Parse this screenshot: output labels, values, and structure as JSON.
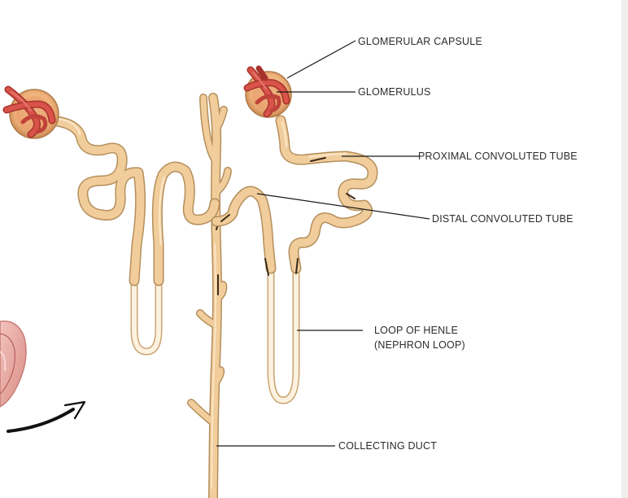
{
  "labels": {
    "glomerular_capsule": "GLOMERULAR CAPSULE",
    "glomerulus": "GLOMERULUS",
    "proximal_convoluted_tube": "PROXIMAL CONVOLUTED TUBE",
    "distal_convoluted_tube": "DISTAL CONVOLUTED TUBE",
    "loop_of_henle_line1": "LOOP OF HENLE",
    "loop_of_henle_line2": "(NEPHRON LOOP)",
    "collecting_duct": "COLLECTING DUCT"
  },
  "colors": {
    "tubule": "#f1cd9c",
    "tubule_outline": "#b48f5c",
    "vessel_red": "#d9534a",
    "vessel_dark": "#a8322c",
    "capsule": "#f0b57e",
    "leader_line": "#1a1a1a",
    "label_text": "#2b2b2b",
    "kidney_pink": "#e8a6a0",
    "arrow": "#111111"
  }
}
